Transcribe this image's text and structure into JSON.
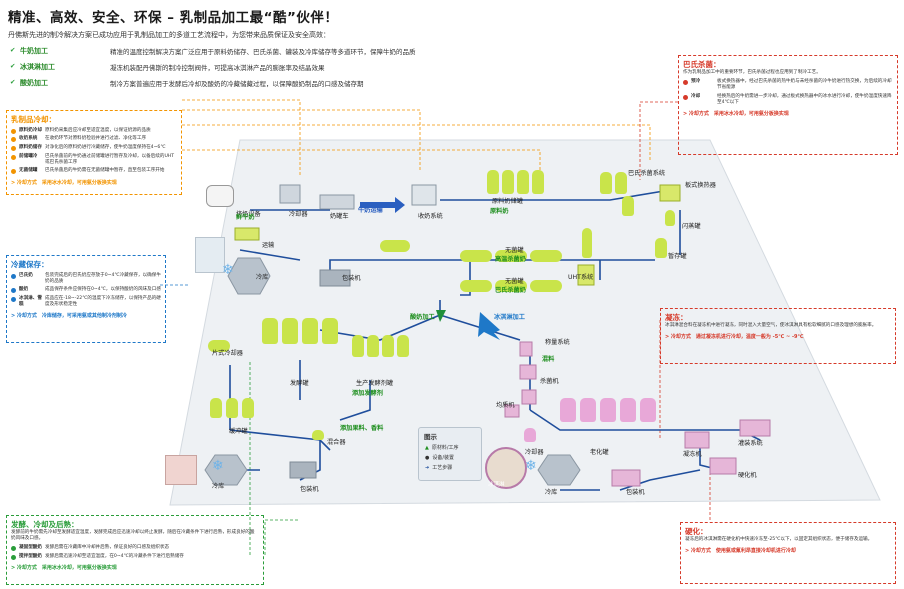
{
  "header": {
    "title": "精准、高效、安全、环保 – 乳制品加工最“酷”伙伴！",
    "intro": "丹佛斯先进的制冷解决方案已成功应用于乳制品加工的多道工艺流程中，为您带来品质保证及安全高效："
  },
  "features": [
    {
      "name": "牛奶加工",
      "desc": "精准的温度控制解决方案广泛应用于原料奶储存、巴氏杀菌、罐装及冷库储存等多道环节，保障牛奶的品质"
    },
    {
      "name": "冰淇淋加工",
      "desc": "凝冻机装配丹佛斯的制冷控制阀件，可提高冰淇淋产品的膨胀率及结晶效果"
    },
    {
      "name": "酸奶加工",
      "desc": "制冷方案普遍应用于发酵后冷却及酸奶的冷藏储藏过程，以保障酸奶制品的口感及储存期"
    }
  ],
  "box_milk": {
    "title": "乳制品冷却：",
    "rows": [
      {
        "k": "原料奶冷却",
        "v": "原料奶采集后应冷却至适宜温度，以保证奶源的品质"
      },
      {
        "k": "收奶系统",
        "v": "在收奶环节对原料奶检验并进行过滤、净化等工序"
      },
      {
        "k": "原料奶储存",
        "v": "对净化后的原料奶进行冷藏储存，使牛奶温度保持在4~6℃"
      },
      {
        "k": "前储罐冷",
        "v": "巴氏杀菌前的牛奶通过前储罐进行暂存及冷却，以备后续的UHT或巴氏杀菌工序"
      },
      {
        "k": "无菌储罐",
        "v": "巴氏杀菌后的牛奶需在无菌储罐中暂存，直至包装工序开始"
      }
    ],
    "foot": "> 冷却方式　采用冰水冷却，可用氨分板换实现"
  },
  "box_cold": {
    "title": "冷藏保存：",
    "rows": [
      {
        "k": "巴氏奶",
        "v": "包装完成后的巴氏奶应存放于0~4℃冷藏保存，以确保牛奶的品质"
      },
      {
        "k": "酸奶",
        "v": "成品保存条件应保持在0~4℃，以保持酸奶的风味及口感"
      },
      {
        "k": "冰淇淋、雪糕",
        "v": "成品应在-18~-22℃的温度下冷冻储存，以保持产品的硬度及形状稳定性"
      }
    ],
    "foot": "> 冷却方式　冷库储存，可采用氨或其他制冷剂制冷"
  },
  "box_ferm": {
    "title": "发酵、冷却及后熟：",
    "para": "发酵前的牛奶需先冷却至发酵适宜温度，发酵完成后应迅速冷却以终止发酵，随后在冷藏条件下进行后熟，形成良好的酸奶风味及口感。",
    "rows": [
      {
        "k": "凝固型酸奶",
        "v": "发酵后需在冷藏库中冷却并后熟，保证良好的口感及组织状态"
      },
      {
        "k": "搅拌型酸奶",
        "v": "发酵后需迅速冷却至适宜温度，在0~4℃的冷藏条件下进行后熟储存"
      }
    ],
    "foot": "> 冷却方式　采用冰水冷却，可用氨分板换实现"
  },
  "box_past": {
    "title": "巴氏杀菌：",
    "para": "作为乳制品加工中的重要环节，巴氏杀菌过程也应用到了制冷工艺。",
    "rows": [
      {
        "k": "预冷",
        "v": "板式换热器中，经过巴氏杀菌的热牛奶与未经杀菌的冷牛奶进行热交换，为后续的冷却节省能源"
      },
      {
        "k": "冷却",
        "v": "经换热后的牛奶需进一步冷却，通过板式换热器中的冰水进行冷却，使牛奶温度快速降至4℃以下"
      }
    ],
    "foot": "> 冷却方式　采用冰水冷却，可用氨分板换实现"
  },
  "box_freeze": {
    "title": "凝冻：",
    "para": "冰淇淋混合料在凝冻机中进行凝冻，同时混入大量空气，使冰淇淋具有松软细腻的口感及理想的膨胀率。",
    "foot": "> 冷却方式　通过凝冻机进行冷却，温度一般为 -5℃ ~ -9℃"
  },
  "box_harden": {
    "title": "硬化：",
    "para": "凝冻后的冰淇淋需在硬化机中快速冷冻至-25℃以下，以固定其组织状态，便于储存及运输。",
    "foot": "> 冷却方式　使用氨或氟利昂直接冷却机进行冷却"
  },
  "labels": {
    "milking": "挤奶设备",
    "cooling_tank": "冷却器",
    "milk_truck": "奶罐车",
    "transport": "牛奶运输",
    "receiving": "收奶系统",
    "raw_storage": "原料奶储罐",
    "raw_milk": "原料奶",
    "pasteurizer": "巴氏杀菌系统",
    "plate_hx": "板式换热器",
    "fresh_milk": "鲜牛奶",
    "flash_tank": "闪蒸罐",
    "transport2": "运输",
    "aseptic1": "无菌罐",
    "uht_milk": "高温杀菌奶",
    "uht": "UHT系统",
    "buffer": "暂存罐",
    "cold_store1": "冷库",
    "packer1": "包装机",
    "aseptic2": "无菌罐",
    "past_milk": "巴氏杀菌奶",
    "yogurt_proc": "酸奶加工",
    "icecream_proc": "冰淇淋加工",
    "plate_cooler": "片式冷却器",
    "ferment": "发酵罐",
    "prod_starter": "生产发酵剂罐",
    "add_starter": "添加发酵剂",
    "buffer2": "缓冲罐",
    "add_fruit": "添加果料、香料",
    "mixer": "混合器",
    "packer2": "包装机",
    "cold_store2": "冷库",
    "weigh": "称量系统",
    "mix": "混料",
    "steril": "杀菌机",
    "homog": "均质机",
    "cooler3": "冷却器",
    "aging": "老化罐",
    "filler": "灌装系统",
    "freezer": "凝冻机",
    "hardener": "硬化机",
    "packer3": "包装机",
    "cold_store3": "冷库",
    "ice_cream_photo": "冰淇淋"
  },
  "legend": {
    "title": "图示",
    "items": [
      "原材料/工序",
      "设备/装置",
      "工艺步骤"
    ]
  },
  "colors": {
    "accent_red": "#d63a2a",
    "accent_orange": "#f29400",
    "accent_green": "#2a9d3a",
    "accent_blue": "#1e78c8",
    "pipe_blue": "#1f4e9c",
    "tank_green": "#c9e44a",
    "tank_pink": "#e8a8d8"
  }
}
